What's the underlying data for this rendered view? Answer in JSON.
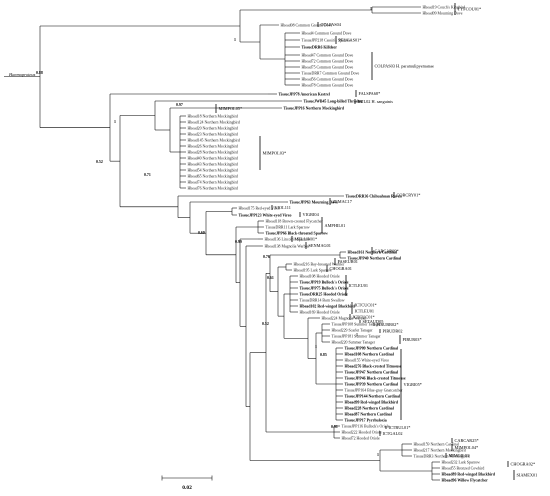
{
  "tree": {
    "outgroup_label": "Haemoproteus",
    "scale_label": "0.02",
    "supports": {
      "root": "0.88",
      "s1": "1",
      "s2": "1",
      "s3": "0.97",
      "s4": "1",
      "s5": "0.52",
      "s6": "0.71",
      "s7": "0.69",
      "s8": "0.99",
      "s9": "0.76",
      "s10": "0.61",
      "s11": "0.52",
      "s12": "1",
      "s13": "1",
      "s14": "0.91",
      "s15": "0.85",
      "s16": "1"
    },
    "tips": [
      "Hbead19 Couch's Kingbird",
      "Hbead09 Mourning Dove",
      "Hbead08 Common Ground Dove",
      "Hbead4 Common Ground Dove",
      "TissueJPP218 Cassin's Sparrow",
      "TissueDRR6 Killdeer",
      "Hbead47 Common Ground Dove",
      "Hbead72 Common Ground Dove",
      "Hbead75 Common Ground Dove",
      "TissueDRR7 Common Ground Dove",
      "Hbead56 Common Ground Dove",
      "Hbead78 Common Ground Dove",
      "TissueJPP78 American Kestrel",
      "TissueJWB45 Long-billed Thrasher",
      "TissueJPP16 Northern Mockingbird",
      "Hbead18 Northern Mockingbird",
      "Hbead124 Northern Mockingbird",
      "Hbead20 Northern Mockingbird",
      "Hbead23 Northern Mockingbird",
      "Hbead145 Northern Mockingbird",
      "Hbead26 Northern Mockingbird",
      "Hbead28 Northern Mockingbird",
      "Hbead40 Northern Mockingbird",
      "Hbead43 Northern Mockingbird",
      "Hbead54 Northern Mockingbird",
      "Hbead65 Northern Mockingbird",
      "Hbead74 Northern Mockingbird",
      "Hbead76 Northern Mockingbird",
      "TissueDRR36 Chihuahuan Raven",
      "TissueJPP63 Mourning Dove",
      "Hbead175 Red-eyed Vireo",
      "TissueJPP123 White-eyed Vireo",
      "Hbead118 Brown-crested Flycatcher",
      "TissueDRR11 Lark Sparrow",
      "TissueJPP66 Black-throated Sparrow",
      "Hbead136 Lincoln's Sparrow",
      "Hbead138 Magnolia Warbler",
      "Hbead161 Northern Cardinal",
      "TissueJPP40 Northern Cardinal",
      "Hbead216 Bay-breasted Warbler",
      "Hbead195 Lark Sparrow",
      "Hbead108 Hooded Oriole",
      "TissueJPP19 Bullock's Oriole",
      "TissueJPP75 Bullock's Oriole",
      "TissueDRR25 Hooded Oriole",
      "TissueDRR14 Barn Swallow",
      "Hbead102 Red-winged Blackbird",
      "Hbead169 Hooded Oriole",
      "Hbead224 Magnolia Warbler",
      "TissueJPP108 Summer Tanager",
      "Hbead229 Scarlet Tanager",
      "TissueJPP181 Summer Tanager",
      "Hbead220 Summer Tanager",
      "TissueJPP09 Northern Cardinal",
      "Hbead108 Northern Cardinal",
      "Hbead155 White-eyed Vireo",
      "Hbead276 Black-crested Titmouse",
      "TissueJPP47 Northern Cardinal",
      "TissueJPP46 Black-crested Titmouse",
      "TissueJPP39 Northern Cardinal",
      "TissueJPP164 Blue-gray Gnatcatcher",
      "TissueJPP144 Northern Cardinal",
      "Hbead99 Red-winged Blackbird",
      "Hbead228 Northern Cardinal",
      "Hbead87 Northern Cardinal",
      "TissueJPP17 Pyrrhuloxia",
      "TissueJPP116 Bullock's Oriole",
      "Hbead222 Hooded Oriole",
      "Hbead72 Hooded Oriole",
      "Hbead159 Northern Cardinal",
      "Hbead217 Northern Mockingbird",
      "TissueDRR3 Northern Mockingbird",
      "Hbead232 Lark Sparrow",
      "Hbead55 Bronzed Cowbird",
      "Hbead89 Red-winged Blackbird",
      "Hbead96 Willow Flycatcher"
    ],
    "bold_tips": [
      5,
      12,
      13,
      14,
      28,
      29,
      31,
      34,
      37,
      38,
      42,
      43,
      44,
      46,
      53,
      54,
      56,
      57,
      58,
      59,
      61,
      62,
      63,
      64,
      65,
      74,
      75
    ],
    "clades": [
      "TYFCOU01*",
      "COLPAS04",
      "PEUCAS01*",
      "COLPAS03 H. paramulipyemanae",
      "FALSPA68*",
      "BUL02 H. sanguinis",
      "MIMPOL05*",
      "MIMPOL03*",
      "CORCRY01*",
      "ZEMAC17",
      "VIOL111",
      "VIGRI04",
      "AMPHIL01",
      "MELLIN01*",
      "SENMAG01",
      "CARCAR09*",
      "PASEUR01",
      "CHOGRA01",
      "ICTLEU01",
      "ICTCUC01*",
      "ICTLEU01",
      "ICTCUC01*",
      "SETAUD05",
      "PIRUBR02*",
      "PIRUDR02",
      "PIRUR03*",
      "VIGRI05*",
      "ICTBUL01*",
      "ICTGAL02",
      "CARCAR25*",
      "MIMPOL04*",
      "MIMGIL03",
      "CHOGRA02*",
      "SIAMEX01"
    ]
  }
}
